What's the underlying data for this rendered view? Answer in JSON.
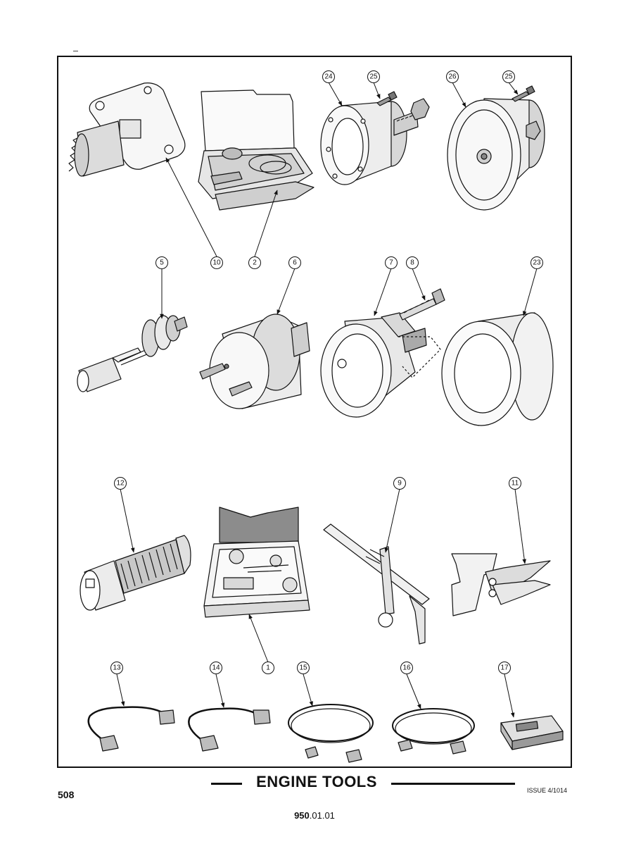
{
  "page": {
    "title": "ENGINE TOOLS",
    "page_number": "508",
    "issue": "ISSUE 4/1014",
    "part_ref_bold": "950",
    "part_ref_rest": ".01.01"
  },
  "callouts": [
    {
      "id": "c24",
      "label": "24"
    },
    {
      "id": "c25a",
      "label": "25"
    },
    {
      "id": "c26",
      "label": "26"
    },
    {
      "id": "c25b",
      "label": "25"
    },
    {
      "id": "c10",
      "label": "10"
    },
    {
      "id": "c2",
      "label": "2"
    },
    {
      "id": "c5",
      "label": "5"
    },
    {
      "id": "c6",
      "label": "6"
    },
    {
      "id": "c7",
      "label": "7"
    },
    {
      "id": "c8",
      "label": "8"
    },
    {
      "id": "c23",
      "label": "23"
    },
    {
      "id": "c12",
      "label": "12"
    },
    {
      "id": "c9",
      "label": "9"
    },
    {
      "id": "c11",
      "label": "11"
    },
    {
      "id": "c1",
      "label": "1"
    },
    {
      "id": "c13",
      "label": "13"
    },
    {
      "id": "c14",
      "label": "14"
    },
    {
      "id": "c15",
      "label": "15"
    },
    {
      "id": "c16",
      "label": "16"
    },
    {
      "id": "c17",
      "label": "17"
    }
  ],
  "colors": {
    "ink": "#111111",
    "fill_light": "#f2f2f2",
    "fill_mid": "#d6d6d6",
    "fill_dark": "#9a9a9a",
    "paper": "#ffffff"
  }
}
